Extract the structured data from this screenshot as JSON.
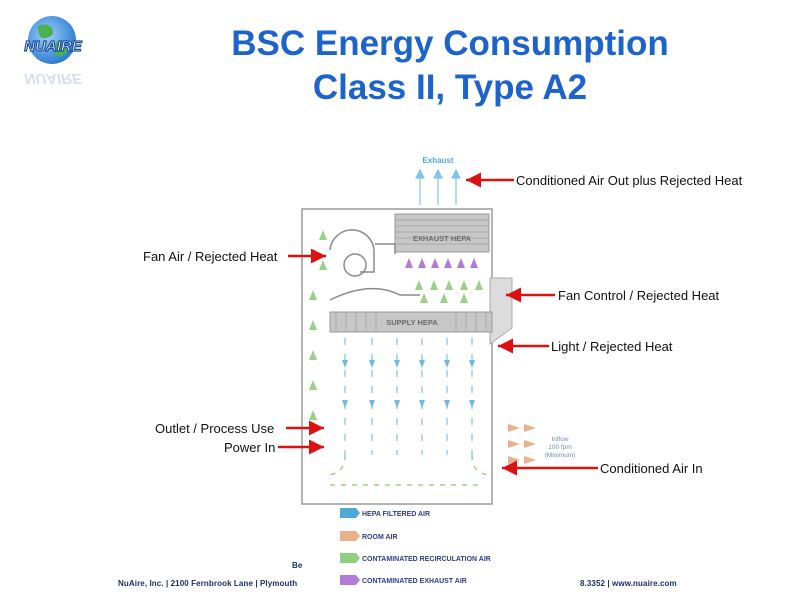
{
  "slide": {
    "title_line1": "BSC Energy Consumption",
    "title_line2": "Class II, Type A2"
  },
  "logo": {
    "text": "NUAIRE"
  },
  "diagram": {
    "exhaust_label": "Exhaust",
    "exhaust_hepa": "EXHAUST HEPA",
    "supply_hepa": "SUPPLY HEPA",
    "inflow_label": "Inflow\n100 fpm\n(Minimum)",
    "legend": [
      {
        "label": "HEPA FILTERED AIR",
        "color": "#4ea8d8"
      },
      {
        "label": "ROOM AIR",
        "color": "#e9b08a"
      },
      {
        "label": "CONTAMINATED RECIRCULATION AIR",
        "color": "#8fcf7f"
      },
      {
        "label": "CONTAMINATED EXHAUST AIR",
        "color": "#b27bd9"
      }
    ]
  },
  "callouts": {
    "conditioned_out": "Conditioned Air Out plus Rejected Heat",
    "fan_air": "Fan Air / Rejected Heat",
    "fan_control": "Fan Control / Rejected Heat",
    "light": "Light / Rejected Heat",
    "outlet_line1": "Outlet / Process Use",
    "outlet_line2": "Power In",
    "conditioned_in": "Conditioned Air In"
  },
  "footer": {
    "left": "NuAire, Inc.  |  2100 Fernbrook Lane  |  Plymouth",
    "right": "8.3352  |  www.nuaire.com",
    "fragment": "Be"
  },
  "colors": {
    "title": "#1d63cc",
    "arrow": "#dd1111"
  }
}
